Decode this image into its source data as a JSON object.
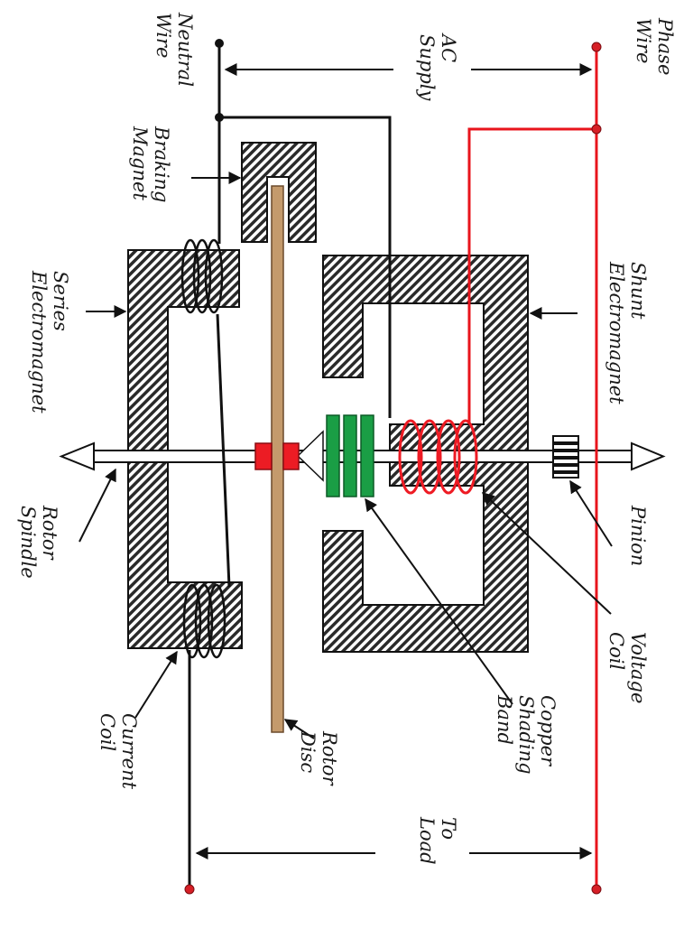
{
  "labels": {
    "phase_wire": "Phase Wire",
    "ac_supply": "AC Supply",
    "neutral_wire": "Neutral Wire",
    "braking_magnet": "Braking Magnet",
    "shunt_electromagnet": "Shunt Electromagnet",
    "series_electromagnet": "Series Electromagnet",
    "rotor_spindle": "Rotor Spindle",
    "pinion": "Pinion",
    "voltage_coil": "Voltage Coil",
    "copper_shading_band": "Copper Shading Band",
    "rotor_disc": "Rotor Disc",
    "current_coil": "Current Coil",
    "to_load": "To Load"
  },
  "colors": {
    "phase_wire": "#e8141c",
    "voltage_coil": "#ee1b24",
    "shading_band": "#1a9e45",
    "rotor_disc": "#c49a6c",
    "rotor_hub": "#ec1c24",
    "terminal": "#d61f26",
    "line": "#111111"
  }
}
